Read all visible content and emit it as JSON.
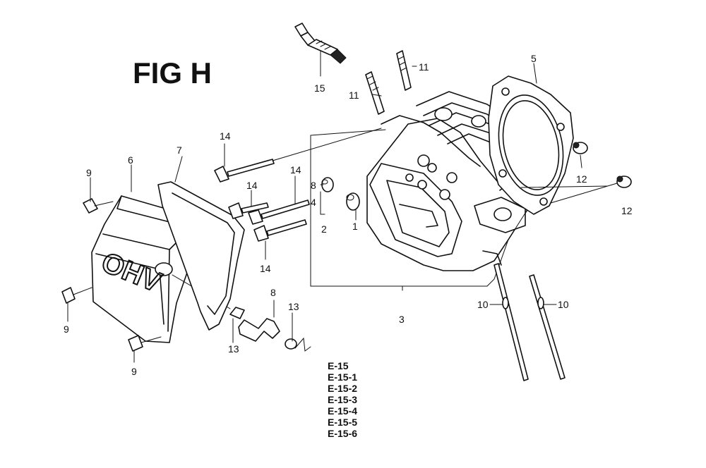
{
  "figure": {
    "title": "FIG H",
    "logo_text": "OHV"
  },
  "callouts": {
    "c1": "1",
    "c2": "2",
    "c3": "3",
    "c4": "4",
    "c5": "5",
    "c6": "6",
    "c7": "7",
    "c8a": "8",
    "c8b": "8",
    "c9a": "9",
    "c9b": "9",
    "c9c": "9",
    "c10a": "10",
    "c10b": "10",
    "c11a": "11",
    "c11b": "11",
    "c12a": "12",
    "c12b": "12",
    "c13a": "13",
    "c13b": "13",
    "c14a": "14",
    "c14b": "14",
    "c14c": "14",
    "c14d": "14",
    "c15": "15"
  },
  "references": [
    "E-15",
    "E-15-1",
    "E-15-2",
    "E-15-3",
    "E-15-4",
    "E-15-5",
    "E-15-6"
  ]
}
